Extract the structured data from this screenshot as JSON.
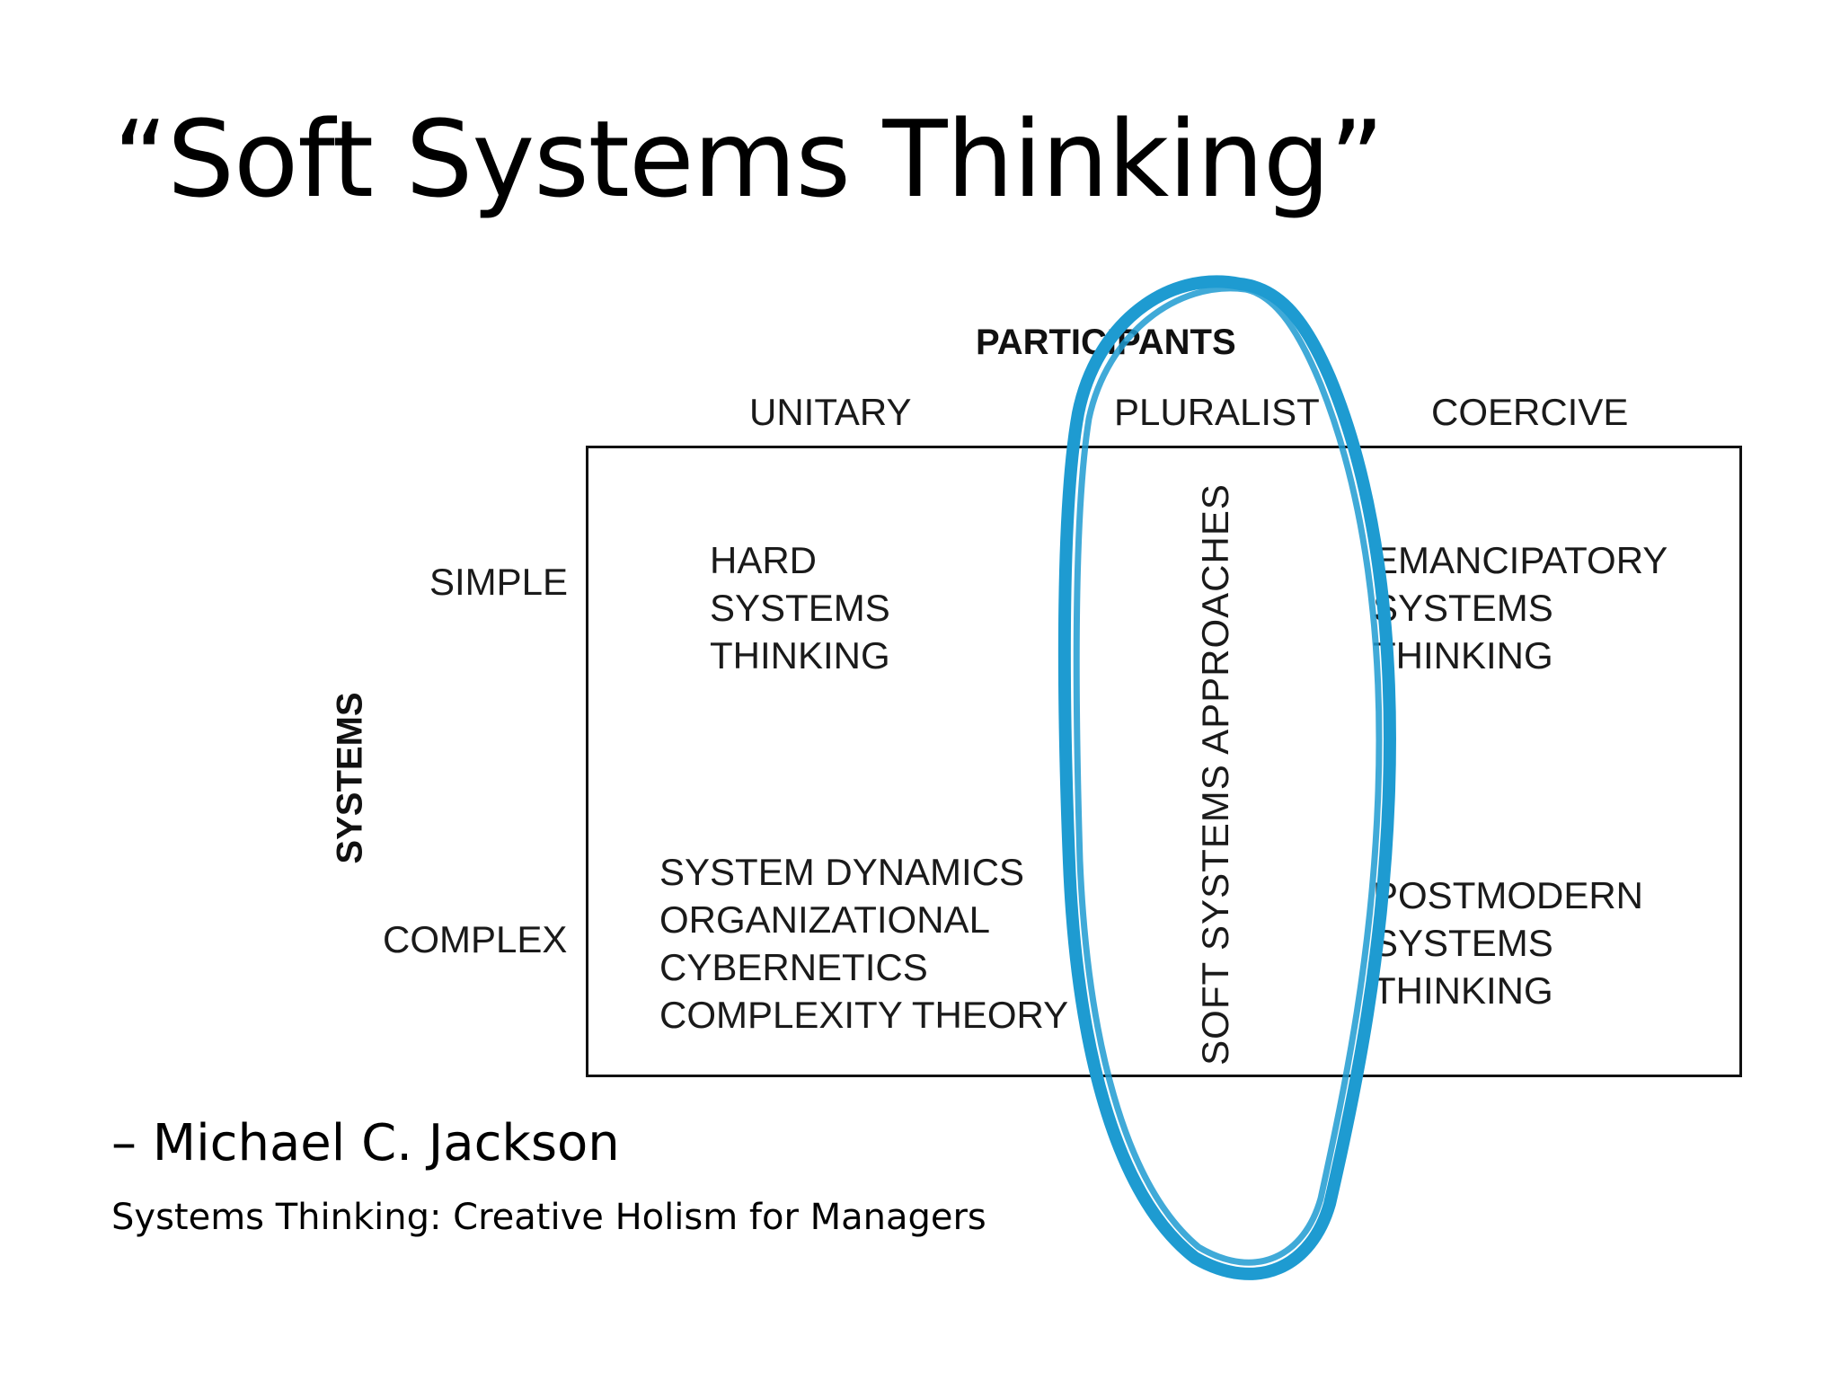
{
  "slide": {
    "title": "“Soft Systems Thinking”",
    "author": "– Michael C. Jackson",
    "book": "Systems Thinking: Creative Holism for Managers"
  },
  "diagram": {
    "participants_label": "PARTICIPANTS",
    "systems_label": "SYSTEMS",
    "columns": [
      "UNITARY",
      "PLURALIST",
      "COERCIVE"
    ],
    "rows": [
      "SIMPLE",
      "COMPLEX"
    ],
    "cells": {
      "simple_unitary": [
        "HARD",
        "SYSTEMS",
        "THINKING"
      ],
      "complex_unitary": [
        "SYSTEM DYNAMICS",
        "ORGANIZATIONAL",
        "CYBERNETICS",
        "COMPLEXITY THEORY"
      ],
      "pluralist": "SOFT SYSTEMS APPROACHES",
      "simple_coercive": [
        "EMANCIPATORY",
        "SYSTEMS",
        "THINKING"
      ],
      "complex_coercive": [
        "POSTMODERN",
        "SYSTEMS",
        "THINKING"
      ]
    },
    "highlight_color": "#1e9bd1"
  }
}
